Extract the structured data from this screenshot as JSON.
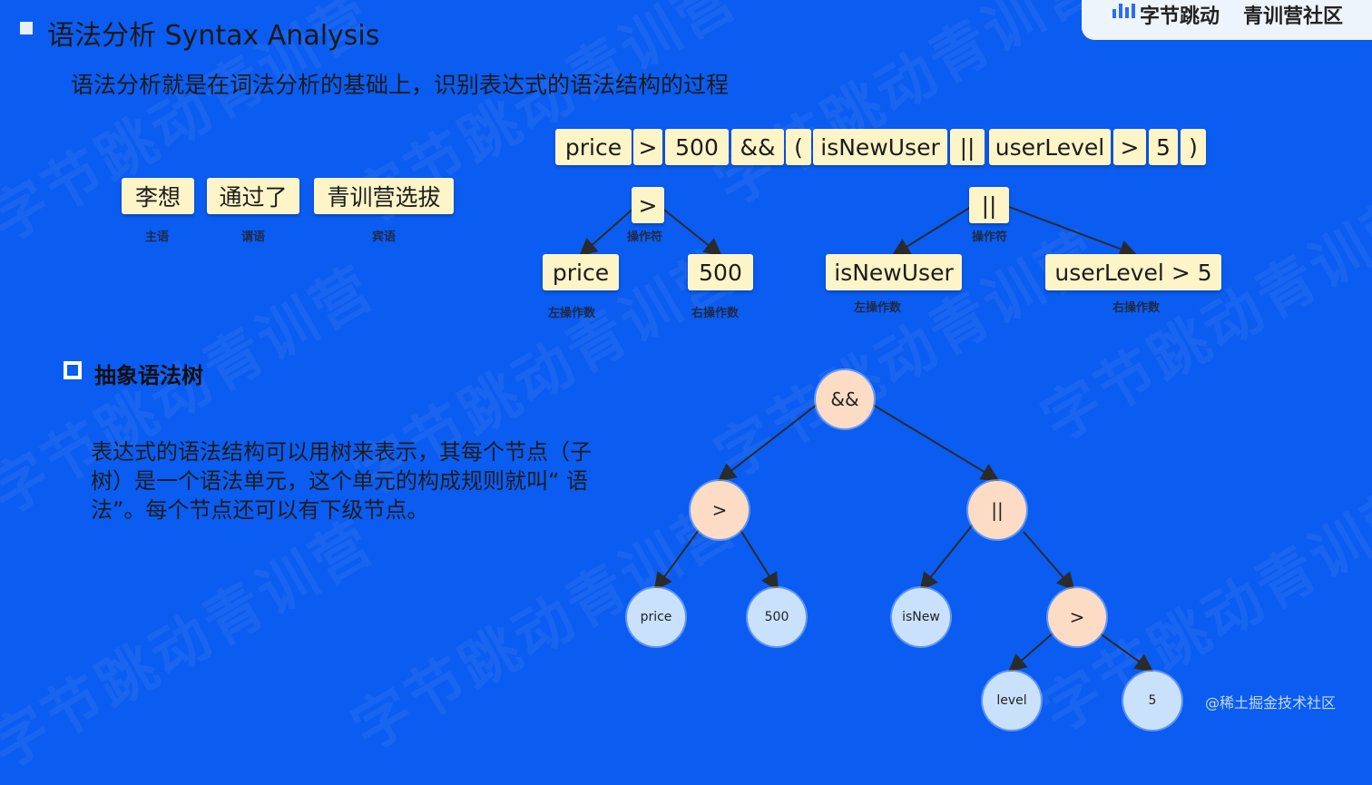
{
  "header": {
    "title": "语法分析 Syntax Analysis",
    "subtitle": "语法分析就是在词法分析的基础上，识别表达式的语法结构的过程",
    "logo_bytedance": "字节跳动",
    "logo_community": "青训营社区"
  },
  "sentence": {
    "words": [
      "李想",
      "通过了",
      "青训营选拔"
    ],
    "roles": [
      "主语",
      "谓语",
      "宾语"
    ]
  },
  "tokens": [
    "price",
    ">",
    "500",
    "&&",
    "(",
    "isNewUser",
    "||",
    "userLevel",
    ">",
    "5",
    ")"
  ],
  "subtrees": {
    "left": {
      "op": ">",
      "op_caption": "操作符",
      "left": "price",
      "left_caption": "左操作数",
      "right": "500",
      "right_caption": "右操作数"
    },
    "right": {
      "op": "||",
      "op_caption": "操作符",
      "left": "isNewUser",
      "left_caption": "左操作数",
      "right": "userLevel > 5",
      "right_caption": "右操作数"
    }
  },
  "section": {
    "title": "抽象语法树",
    "paragraph": "表达式的语法结构可以用树来表示，其每个节点（子树）是一个语法单元，这个单元的构成规则就叫“ 语法”。每个节点还可以有下级节点。"
  },
  "ast": {
    "root": "&&",
    "gt1": ">",
    "or": "||",
    "price": "price",
    "n500": "500",
    "isnew": "isNew",
    "gt2": ">",
    "level": "level",
    "five": "5"
  },
  "watermark": "字节跳动青训营",
  "footer": "@稀土掘金技术社区",
  "colors": {
    "background": "#0b5cf0",
    "token_box": "#fdf4c8",
    "operator_node": "#fcdcc4",
    "leaf_node": "#c9e1fb"
  },
  "icons": [
    "square-bullet-icon",
    "brand-bars-icon"
  ]
}
